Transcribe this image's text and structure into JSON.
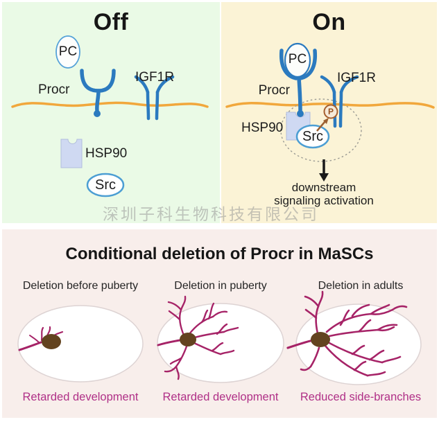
{
  "watermark": "深圳子科生物科技有限公司",
  "colors": {
    "off_background": "#eafae6",
    "on_background": "#fbf3d6",
    "bottom_background": "#f8eeeb",
    "receptor_blue": "#2b7abf",
    "oval_outline_blue": "#4c9ed3",
    "membrane_orange": "#f1a73c",
    "hsp90_fill": "#cfd9f2",
    "phospho_brown": "#9c6030",
    "branch_magenta": "#a62367",
    "caption_magenta": "#b03087",
    "lymph_node_brown": "#63431f"
  },
  "off_panel": {
    "title": "Off",
    "pc_label": "PC",
    "procr_label": "Procr",
    "igf1r_label": "IGF1R",
    "hsp90_label": "HSP90",
    "src_label": "Src"
  },
  "on_panel": {
    "title": "On",
    "pc_label": "PC",
    "procr_label": "Procr",
    "igf1r_label": "IGF1R",
    "hsp90_label": "HSP90",
    "src_label": "Src",
    "phospho_label": "P",
    "result_line1": "downstream",
    "result_line2": "signaling activation"
  },
  "bottom_panel": {
    "title": "Conditional deletion of Procr in MaSCs",
    "columns": [
      {
        "label": "Deletion before puberty",
        "caption": "Retarded development"
      },
      {
        "label": "Deletion in puberty",
        "caption": "Retarded development"
      },
      {
        "label": "Deletion in adults",
        "caption": "Reduced side-branches"
      }
    ]
  }
}
